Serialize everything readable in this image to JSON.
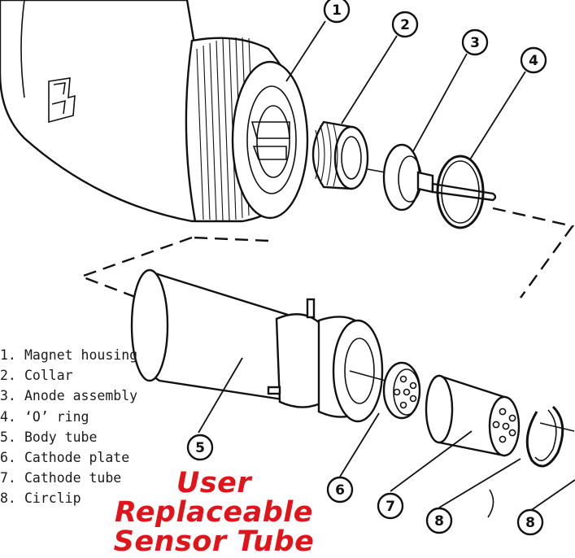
{
  "callouts": [
    "1",
    "2",
    "3",
    "4",
    "5",
    "6",
    "7",
    "8",
    "8"
  ],
  "legend": [
    {
      "num": "1.",
      "label": "Magnet housing"
    },
    {
      "num": "2.",
      "label": "Collar"
    },
    {
      "num": "3.",
      "label": "Anode assembly"
    },
    {
      "num": "4.",
      "label": "‘O’ ring"
    },
    {
      "num": "5.",
      "label": "Body tube"
    },
    {
      "num": "6.",
      "label": "Cathode plate"
    },
    {
      "num": "7.",
      "label": "Cathode tube"
    },
    {
      "num": "8.",
      "label": "Circlip"
    }
  ],
  "headline": {
    "line1": "User",
    "line2": "Replaceable",
    "line3": "Sensor Tube",
    "color": "#e0141b"
  }
}
